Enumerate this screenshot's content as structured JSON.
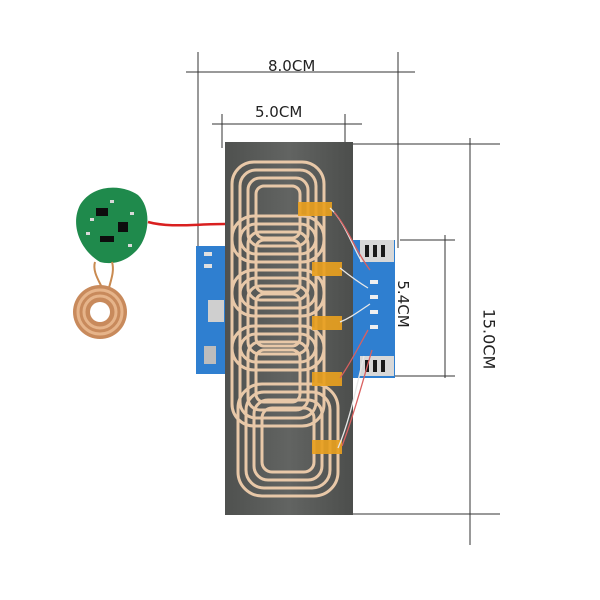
{
  "dimensions": {
    "total_width": "8.0CM",
    "coil_width": "5.0CM",
    "coil_height": "5.4CM",
    "total_height": "15.0CM"
  },
  "colors": {
    "ferrite_sheet": "#5c5e5c",
    "copper_coil": "#e8c8a8",
    "pcb_blue": "#2f7fd0",
    "pcb_green": "#1f8a4c",
    "kapton_tape": "#e8a020",
    "red_wire": "#d92020"
  }
}
